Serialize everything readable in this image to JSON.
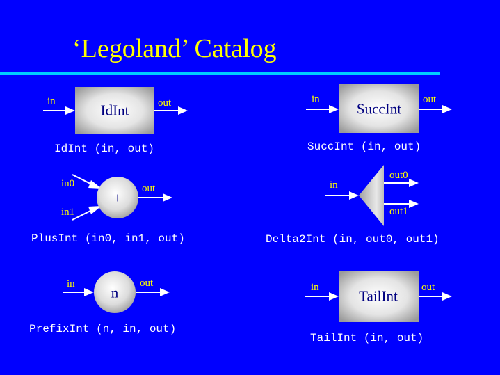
{
  "title": "‘Legoland’ Catalog",
  "components": {
    "idint": {
      "label": "IdInt",
      "in": "in",
      "out": "out",
      "signature": "IdInt (in, out)"
    },
    "succint": {
      "label": "SuccInt",
      "in": "in",
      "out": "out",
      "signature": "SuccInt (in, out)"
    },
    "plusint": {
      "label": "+",
      "in0": "in0",
      "in1": "in1",
      "out": "out",
      "signature": "PlusInt (in0, in1, out)"
    },
    "delta2int": {
      "in": "in",
      "out0": "out0",
      "out1": "out1",
      "signature": "Delta2Int (in, out0, out1)"
    },
    "prefixint": {
      "label": "n",
      "in": "in",
      "out": "out",
      "signature": "PrefixInt (n, in, out)"
    },
    "tailint": {
      "label": "TailInt",
      "in": "in",
      "out": "out",
      "signature": "TailInt (in, out)"
    }
  },
  "colors": {
    "background": "#0000ff",
    "title": "#ffff00",
    "rule": "#00ccff",
    "port_label": "#ffff00",
    "component_label": "#000080",
    "caption": "#ffffff"
  }
}
